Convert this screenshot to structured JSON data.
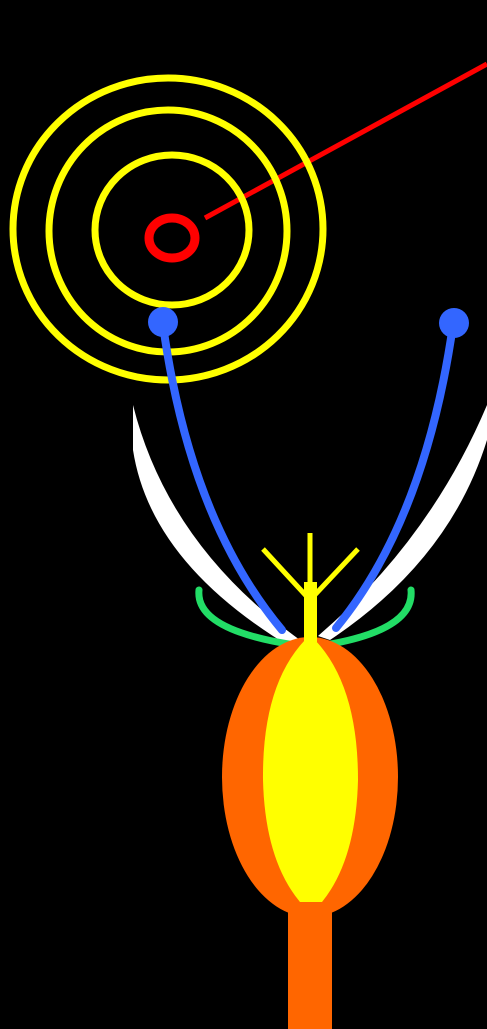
{
  "diagram": {
    "background_color": "#000000",
    "components": {
      "target_rings": {
        "icon": "concentric-rings",
        "color": "#FFFF00",
        "count": 3
      },
      "target_center": {
        "icon": "ring",
        "color": "#FF0000"
      },
      "pointer_line": {
        "icon": "line",
        "color": "#FF0000"
      },
      "stamens": {
        "icon": "filament-with-anther",
        "color": "#3366FF",
        "count": 2
      },
      "petals": {
        "icon": "curved-petal",
        "color": "#FFFFFF",
        "count": 2
      },
      "sepals": {
        "icon": "arc",
        "color": "#22DD66",
        "count": 2
      },
      "stigma": {
        "icon": "branched-stigma",
        "color": "#FFFF00"
      },
      "ovary_wall": {
        "icon": "ellipse",
        "color": "#FF6600"
      },
      "ovary_inner": {
        "icon": "lens",
        "color": "#FFFF00"
      },
      "stalk": {
        "icon": "rectangle",
        "color": "#FF6600"
      }
    }
  }
}
